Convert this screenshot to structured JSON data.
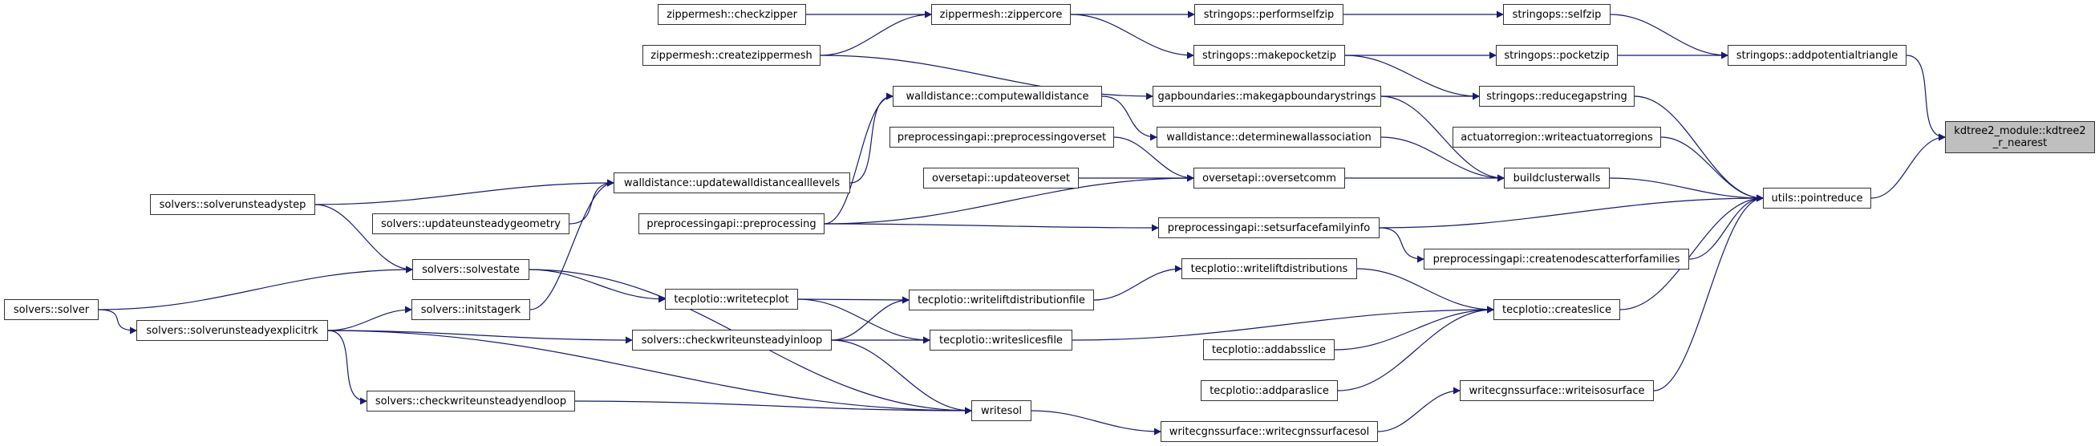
{
  "graph": {
    "type": "caller-graph",
    "edge_color": "#191970",
    "root_fill": "#bfbfbf",
    "nodes": [
      {
        "id": "kdtree",
        "label": "kdtree2_module::kdtree2\n_r_nearest",
        "root": true
      },
      {
        "id": "addpotentialtriangle",
        "label": "stringops::addpotentialtriangle"
      },
      {
        "id": "pointreduce",
        "label": "utils::pointreduce"
      },
      {
        "id": "selfzip",
        "label": "stringops::selfzip"
      },
      {
        "id": "pocketzip",
        "label": "stringops::pocketzip"
      },
      {
        "id": "reducegapstring",
        "label": "stringops::reducegapstring"
      },
      {
        "id": "writeactuatorregions",
        "label": "actuatorregion::writeactuatorregions"
      },
      {
        "id": "buildclusterwalls",
        "label": "buildclusterwalls"
      },
      {
        "id": "createnodescatter",
        "label": "preprocessingapi::createnodescatterforfamilies"
      },
      {
        "id": "createslice",
        "label": "tecplotio::createslice"
      },
      {
        "id": "writeisosurface",
        "label": "writecgnssurface::writeisosurface"
      },
      {
        "id": "performselfzip",
        "label": "stringops::performselfzip"
      },
      {
        "id": "makepocketzip",
        "label": "stringops::makepocketzip"
      },
      {
        "id": "makegapboundarystrings",
        "label": "gapboundaries::makegapboundarystrings"
      },
      {
        "id": "determinewallassociation",
        "label": "walldistance::determinewallassociation"
      },
      {
        "id": "oversetcomm",
        "label": "oversetapi::oversetcomm"
      },
      {
        "id": "setsurfacefamilyinfo",
        "label": "preprocessingapi::setsurfacefamilyinfo"
      },
      {
        "id": "writeliftdistributions",
        "label": "tecplotio::writeliftdistributions"
      },
      {
        "id": "addabsslice",
        "label": "tecplotio::addabsslice"
      },
      {
        "id": "addparaslice",
        "label": "tecplotio::addparaslice"
      },
      {
        "id": "writecgnssurfacesol",
        "label": "writecgnssurface::writecgnssurfacesol"
      },
      {
        "id": "zippercore",
        "label": "zippermesh::zippercore"
      },
      {
        "id": "computewalldistance",
        "label": "walldistance::computewalldistance"
      },
      {
        "id": "preprocessingoverset",
        "label": "preprocessingapi::preprocessingoverset"
      },
      {
        "id": "updateoverset",
        "label": "oversetapi::updateoverset"
      },
      {
        "id": "writeliftdistributionfile",
        "label": "tecplotio::writeliftdistributionfile"
      },
      {
        "id": "writeslicesfile",
        "label": "tecplotio::writeslicesfile"
      },
      {
        "id": "writesol",
        "label": "writesol"
      },
      {
        "id": "checkzipper",
        "label": "zippermesh::checkzipper"
      },
      {
        "id": "createzippermesh",
        "label": "zippermesh::createzippermesh"
      },
      {
        "id": "updatewalldistancealllevels",
        "label": "walldistance::updatewalldistancealllevels"
      },
      {
        "id": "preprocessing",
        "label": "preprocessingapi::preprocessing"
      },
      {
        "id": "writetecplot",
        "label": "tecplotio::writetecplot"
      },
      {
        "id": "checkwriteunsteadyinloop",
        "label": "solvers::checkwriteunsteadyinloop"
      },
      {
        "id": "updateunsteadygeometry",
        "label": "solvers::updateunsteadygeometry"
      },
      {
        "id": "solvestate",
        "label": "solvers::solvestate"
      },
      {
        "id": "initstagerk",
        "label": "solvers::initstagerk"
      },
      {
        "id": "checkwriteunsteadyendloop",
        "label": "solvers::checkwriteunsteadyendloop"
      },
      {
        "id": "solverunsteadystep",
        "label": "solvers::solverunsteadystep"
      },
      {
        "id": "solverunsteadyexplicitrk",
        "label": "solvers::solverunsteadyexplicitrk"
      },
      {
        "id": "solver",
        "label": "solvers::solver"
      }
    ],
    "edges": [
      [
        "addpotentialtriangle",
        "kdtree"
      ],
      [
        "pointreduce",
        "kdtree"
      ],
      [
        "selfzip",
        "addpotentialtriangle"
      ],
      [
        "pocketzip",
        "addpotentialtriangle"
      ],
      [
        "reducegapstring",
        "pointreduce"
      ],
      [
        "writeactuatorregions",
        "pointreduce"
      ],
      [
        "buildclusterwalls",
        "pointreduce"
      ],
      [
        "setsurfacefamilyinfo",
        "pointreduce"
      ],
      [
        "createnodescatter",
        "pointreduce"
      ],
      [
        "createslice",
        "pointreduce"
      ],
      [
        "writeisosurface",
        "pointreduce"
      ],
      [
        "performselfzip",
        "selfzip"
      ],
      [
        "makepocketzip",
        "pocketzip"
      ],
      [
        "makepocketzip",
        "reducegapstring"
      ],
      [
        "makegapboundarystrings",
        "reducegapstring"
      ],
      [
        "makegapboundarystrings",
        "buildclusterwalls"
      ],
      [
        "determinewallassociation",
        "buildclusterwalls"
      ],
      [
        "oversetcomm",
        "buildclusterwalls"
      ],
      [
        "setsurfacefamilyinfo",
        "createnodescatter"
      ],
      [
        "writeliftdistributions",
        "createslice"
      ],
      [
        "writeslicesfile",
        "createslice"
      ],
      [
        "addabsslice",
        "createslice"
      ],
      [
        "addparaslice",
        "createslice"
      ],
      [
        "writecgnssurfacesol",
        "writeisosurface"
      ],
      [
        "zippercore",
        "performselfzip"
      ],
      [
        "zippercore",
        "makepocketzip"
      ],
      [
        "createzippermesh",
        "makegapboundarystrings"
      ],
      [
        "computewalldistance",
        "determinewallassociation"
      ],
      [
        "preprocessingoverset",
        "oversetcomm"
      ],
      [
        "updateoverset",
        "oversetcomm"
      ],
      [
        "preprocessing",
        "oversetcomm"
      ],
      [
        "preprocessing",
        "setsurfacefamilyinfo"
      ],
      [
        "writeliftdistributionfile",
        "writeliftdistributions"
      ],
      [
        "writesol",
        "writecgnssurfacesol"
      ],
      [
        "checkzipper",
        "zippercore"
      ],
      [
        "createzippermesh",
        "zippercore"
      ],
      [
        "updatewalldistancealllevels",
        "computewalldistance"
      ],
      [
        "preprocessing",
        "computewalldistance"
      ],
      [
        "writetecplot",
        "writeliftdistributionfile"
      ],
      [
        "writetecplot",
        "writeslicesfile"
      ],
      [
        "checkwriteunsteadyinloop",
        "writeliftdistributionfile"
      ],
      [
        "checkwriteunsteadyinloop",
        "writeslicesfile"
      ],
      [
        "checkwriteunsteadyinloop",
        "writesol"
      ],
      [
        "solvestate",
        "writesol"
      ],
      [
        "checkwriteunsteadyendloop",
        "writesol"
      ],
      [
        "solverunsteadyexplicitrk",
        "writesol"
      ],
      [
        "solverunsteadystep",
        "updatewalldistancealllevels"
      ],
      [
        "updateunsteadygeometry",
        "updatewalldistancealllevels"
      ],
      [
        "initstagerk",
        "updatewalldistancealllevels"
      ],
      [
        "solvestate",
        "writetecplot"
      ],
      [
        "solverunsteadystep",
        "solvestate"
      ],
      [
        "solver",
        "solvestate"
      ],
      [
        "solver",
        "solverunsteadyexplicitrk"
      ],
      [
        "solverunsteadyexplicitrk",
        "initstagerk"
      ],
      [
        "solverunsteadyexplicitrk",
        "checkwriteunsteadyinloop"
      ],
      [
        "solverunsteadyexplicitrk",
        "checkwriteunsteadyendloop"
      ]
    ]
  }
}
